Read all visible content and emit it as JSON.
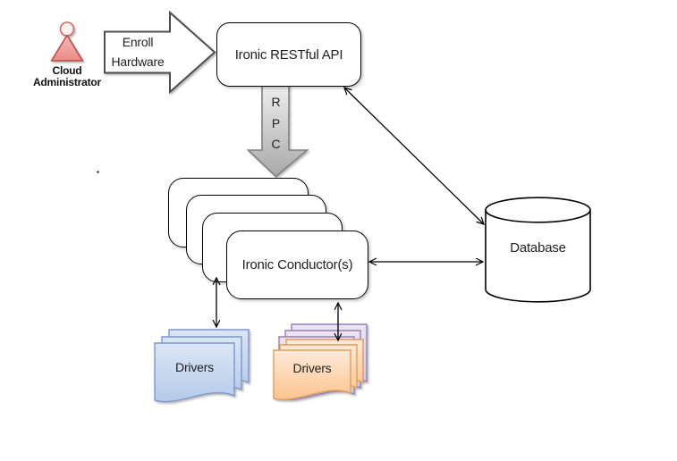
{
  "diagram": {
    "actor": {
      "line1": "Cloud",
      "line2": "Administrator",
      "icon": "person-icon"
    },
    "enroll": {
      "line1": "Enroll",
      "line2": "Hardware"
    },
    "api": {
      "label": "Ironic RESTful API"
    },
    "rpc": {
      "letters": [
        "R",
        "P",
        "C"
      ]
    },
    "conductors": {
      "label": "Ironic Conductor(s)",
      "stack_count": 4
    },
    "database": {
      "label": "Database"
    },
    "drivers_left": {
      "label": "Drivers",
      "doc_count": 3
    },
    "drivers_right": {
      "label": "Drivers",
      "orange_doc_count": 3,
      "purple_doc_count": 3
    },
    "colors": {
      "actor_fill": "#ee928f",
      "actor_stroke": "#b4504c",
      "blue_doc_fill": "#c5d5ee",
      "blue_doc_stroke": "#7b97c9",
      "orange_doc_fill": "#fbcf9e",
      "orange_doc_stroke": "#e39a5a",
      "purple_doc_fill": "#dcd2ea",
      "purple_doc_stroke": "#967fb5",
      "rpc_arrow_fill": "#c6c6c6",
      "rpc_arrow_stroke": "#808080",
      "node_stroke": "#000000",
      "enroll_arrow_stroke": "#4d4d4d"
    }
  }
}
